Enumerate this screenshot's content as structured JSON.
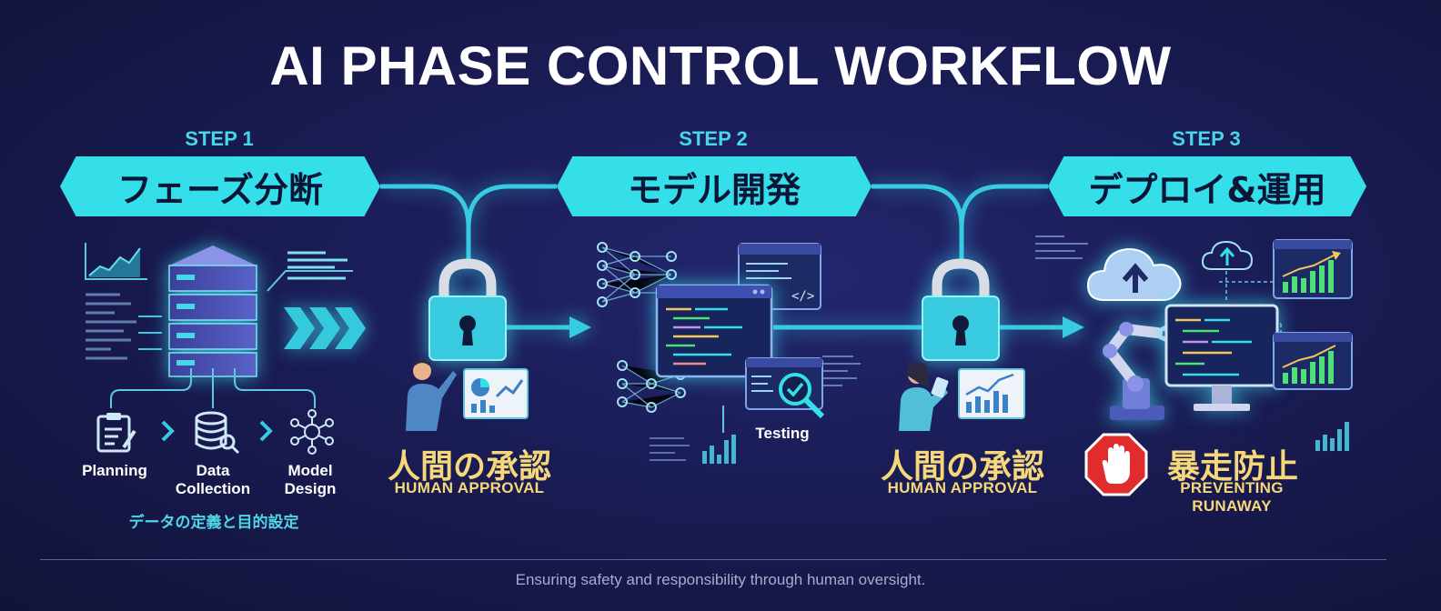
{
  "title": "AI PHASE CONTROL WORKFLOW",
  "steps": [
    {
      "label": "STEP 1",
      "name": "フェーズ分断"
    },
    {
      "label": "STEP 2",
      "name": "モデル開発"
    },
    {
      "label": "STEP 3",
      "name": "デプロイ&運用"
    }
  ],
  "step1": {
    "phases": [
      "Planning",
      "Data\nCollection",
      "Model\nDesign"
    ],
    "phase_icons": [
      "clipboard-icon",
      "database-icon",
      "network-icon"
    ],
    "subtitle": "データの定義と目的設定"
  },
  "step2": {
    "testing": "Testing"
  },
  "approval": {
    "jp": "人間の承認",
    "en": "HUMAN APPROVAL"
  },
  "runaway": {
    "jp": "暴走防止",
    "en": "PREVENTING RUNAWAY"
  },
  "footer": "Ensuring safety and responsibility through human oversight.",
  "colors": {
    "accent": "#35dfe9",
    "approval": "#f6d87a",
    "stop": "#e02c2c",
    "background": "#1a1c55"
  }
}
